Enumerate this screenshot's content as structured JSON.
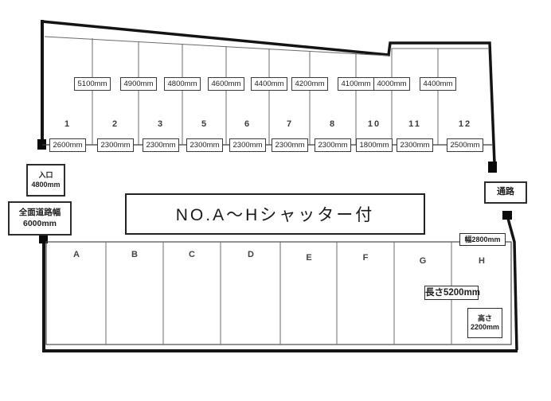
{
  "diagram": {
    "title_note": "NO.A〜Hシャッター付",
    "top_section": {
      "units": [
        {
          "number": "1",
          "width": "2600mm"
        },
        {
          "number": "2",
          "width": "2300mm"
        },
        {
          "number": "3",
          "width": "2300mm"
        },
        {
          "number": "5",
          "width": "2300mm"
        },
        {
          "number": "6",
          "width": "2300mm"
        },
        {
          "number": "7",
          "width": "2300mm"
        },
        {
          "number": "8",
          "width": "2300mm"
        },
        {
          "number": "10",
          "width": "1800mm"
        },
        {
          "number": "11",
          "width": "2300mm"
        },
        {
          "number": "12",
          "width": "2500mm"
        }
      ],
      "depth_labels": [
        "5100mm",
        "4900mm",
        "4800mm",
        "4600mm",
        "4400mm",
        "4200mm",
        "4100mm",
        "4000mm",
        "4400mm"
      ]
    },
    "entrance_label": {
      "line1": "入口",
      "line2": "4800mm"
    },
    "road_width_label": {
      "line1": "全面道路幅",
      "line2": "6000mm"
    },
    "passage_label": "通路",
    "bottom_section": {
      "units": [
        "A",
        "B",
        "C",
        "D",
        "E",
        "F",
        "G",
        "H"
      ],
      "width_label": "幅2800mm",
      "length_label": "長さ5200mm",
      "height_label": {
        "line1": "高さ",
        "line2": "2200mm"
      }
    },
    "colors": {
      "line": "#1a1a1a",
      "thin_line": "#777777",
      "background": "#ffffff"
    }
  }
}
